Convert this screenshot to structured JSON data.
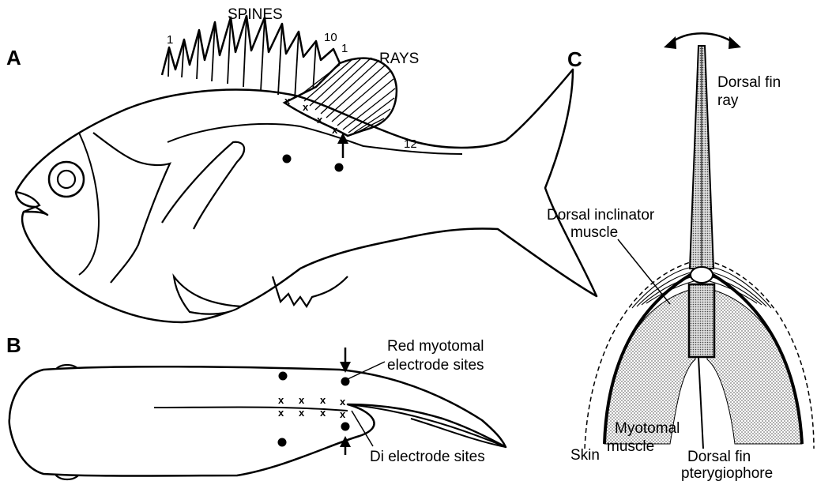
{
  "panels": {
    "a": {
      "letter": "A",
      "spines_label": "SPINES",
      "rays_label": "RAYS",
      "spine_first": "1",
      "spine_last": "10",
      "ray_first": "1",
      "ray_last": "12"
    },
    "b": {
      "letter": "B",
      "red_label_line1": "Red myotomal",
      "red_label_line2": "electrode sites",
      "di_label": "Di electrode sites"
    },
    "c": {
      "letter": "C",
      "ray_line1": "Dorsal fin",
      "ray_line2": "ray",
      "inclinator_line1": "Dorsal inclinator",
      "inclinator_line2": "muscle",
      "myotomal_line1": "Myotomal",
      "myotomal_line2": "muscle",
      "skin": "Skin",
      "ptery_line1": "Dorsal fin",
      "ptery_line2": "pterygiophore"
    }
  },
  "colors": {
    "ink": "#000000",
    "stipple": "#bdbdbd",
    "paper": "#ffffff"
  }
}
